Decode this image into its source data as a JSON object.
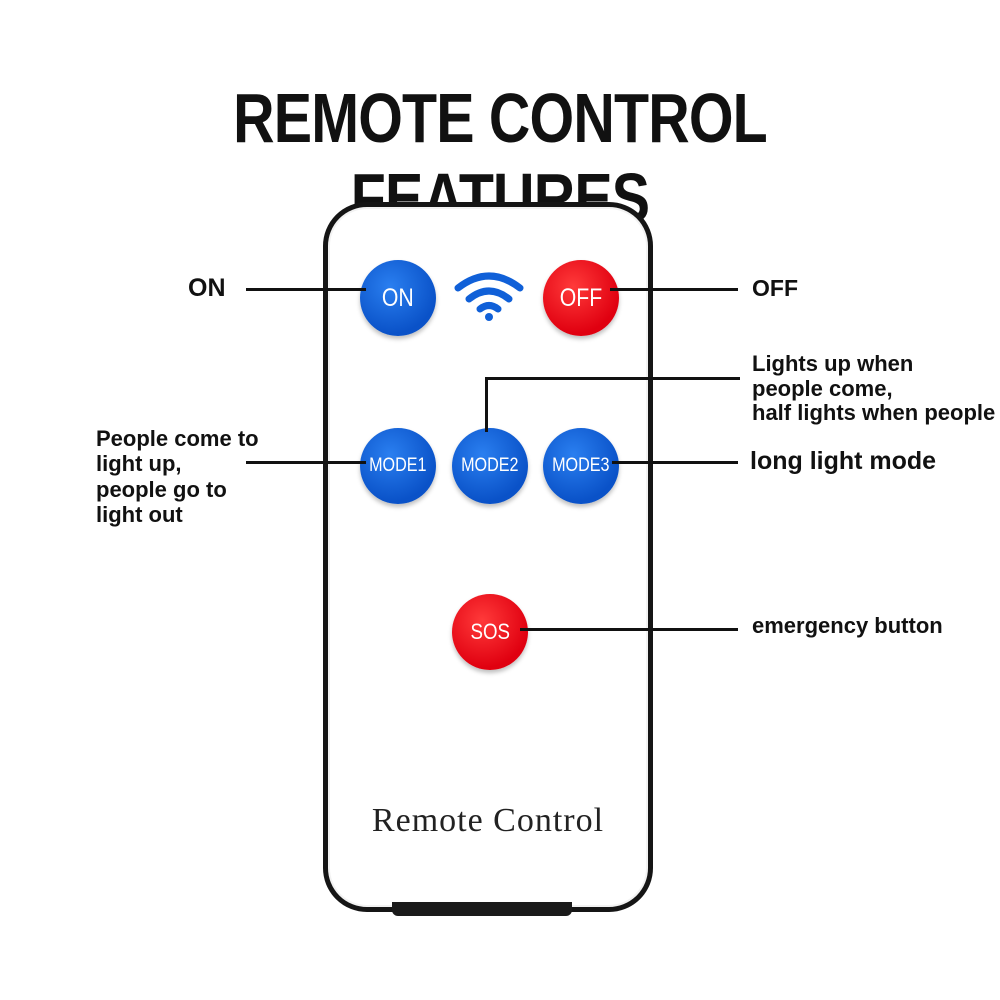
{
  "title": "REMOTE CONTROL FEATURES",
  "remote": {
    "label": "Remote Control",
    "buttons": {
      "on": "ON",
      "off": "OFF",
      "mode1": "MODE1",
      "mode2": "MODE2",
      "mode3": "MODE3",
      "sos": "SOS"
    },
    "signal_icon": "wifi-icon"
  },
  "callouts": {
    "on": "ON",
    "off": "OFF",
    "mode1": [
      "People come to",
      "light up,",
      "people go to",
      "light out"
    ],
    "mode2": [
      "Lights up when",
      "people come,",
      "half lights when people"
    ],
    "mode3": "long light mode",
    "sos": "emergency button"
  },
  "colors": {
    "blue_button": "#0a52c8",
    "red_button": "#e00010",
    "wifi": "#1060d8"
  }
}
